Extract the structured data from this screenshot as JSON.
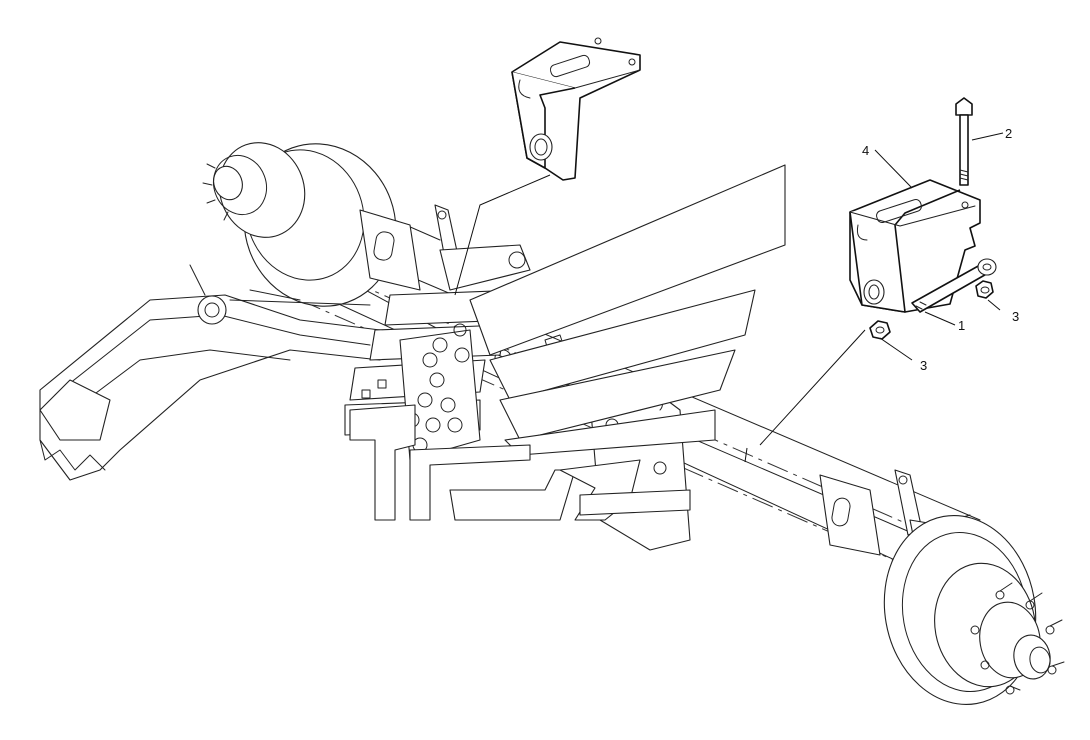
{
  "callouts": {
    "one": "1",
    "two": "2",
    "three_a": "3",
    "three_b": "3",
    "four": "4"
  }
}
